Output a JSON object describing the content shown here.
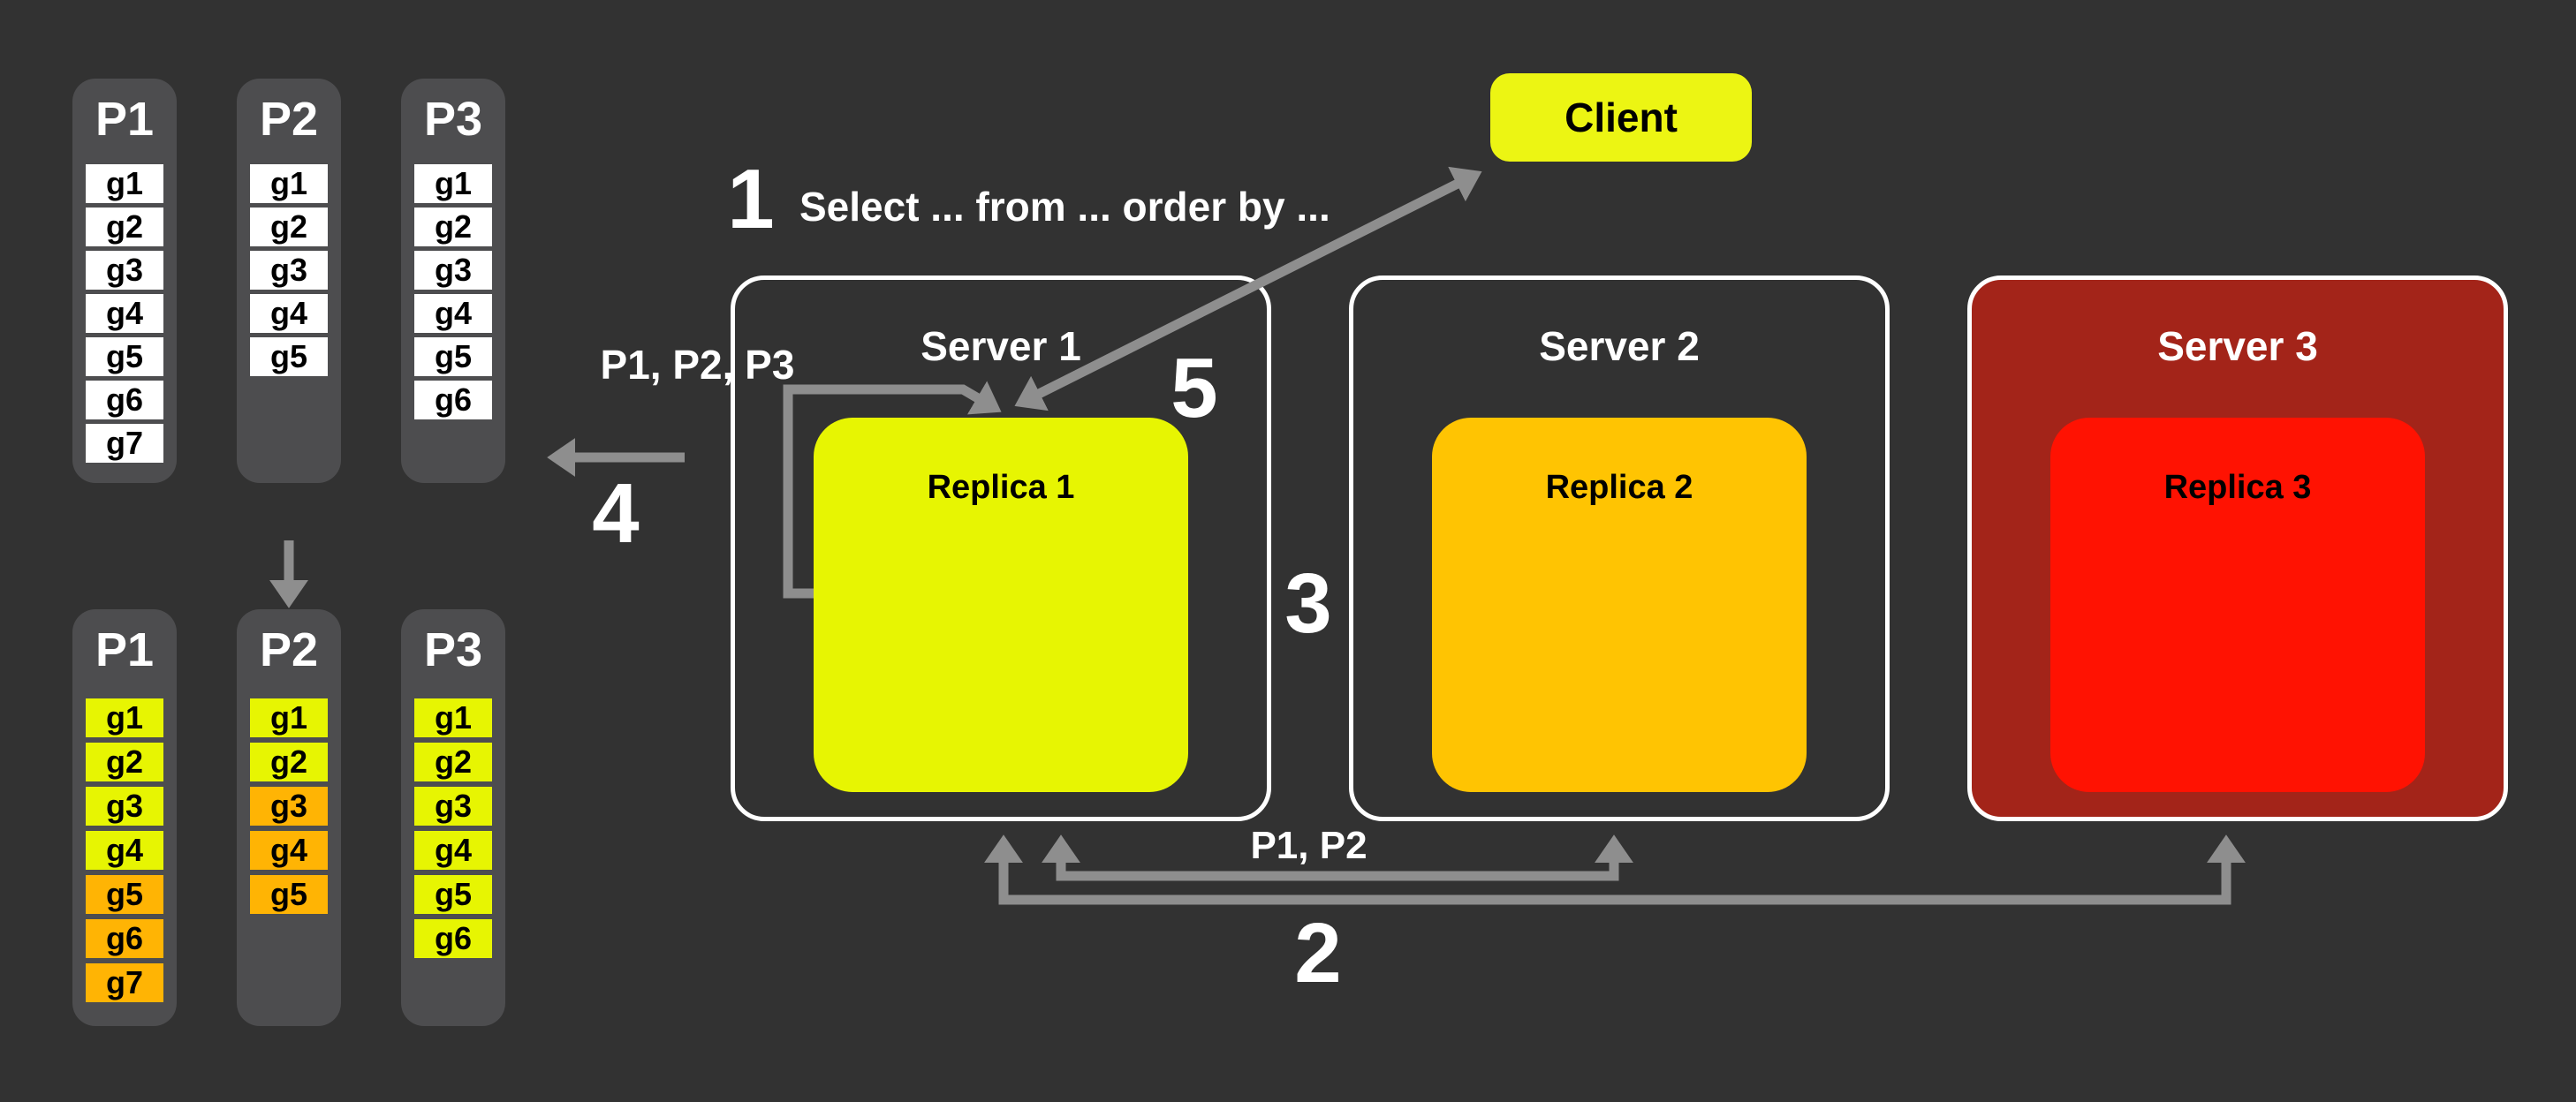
{
  "diagram": {
    "background_color": "#323232",
    "arrow_color": "#8E8E8E",
    "column_color": "#4D4D4F",
    "client_label": "Client",
    "query_text": "Select ... from ... order by ...",
    "arrow_label_query_partitions": "P1, P2, P3",
    "arrow_label_fetch_partitions": "P1, P2"
  },
  "colors": {
    "yellow": "#E7F502",
    "orange": "#FFB404",
    "amber": "#FFC402",
    "red": "#FF1202",
    "brick": "#A32419",
    "client_yellow": "#ECF513",
    "white": "#FFFFFF"
  },
  "steps": {
    "n1": "1",
    "n2": "2",
    "n3": "3",
    "n4": "4",
    "n5": "5"
  },
  "partitions_unsorted": {
    "columns": [
      {
        "title": "P1",
        "cells": [
          {
            "label": "g1",
            "color": "white"
          },
          {
            "label": "g2",
            "color": "white"
          },
          {
            "label": "g3",
            "color": "white"
          },
          {
            "label": "g4",
            "color": "white"
          },
          {
            "label": "g5",
            "color": "white"
          },
          {
            "label": "g6",
            "color": "white"
          },
          {
            "label": "g7",
            "color": "white"
          }
        ]
      },
      {
        "title": "P2",
        "cells": [
          {
            "label": "g1",
            "color": "white"
          },
          {
            "label": "g2",
            "color": "white"
          },
          {
            "label": "g3",
            "color": "white"
          },
          {
            "label": "g4",
            "color": "white"
          },
          {
            "label": "g5",
            "color": "white"
          }
        ]
      },
      {
        "title": "P3",
        "cells": [
          {
            "label": "g1",
            "color": "white"
          },
          {
            "label": "g2",
            "color": "white"
          },
          {
            "label": "g3",
            "color": "white"
          },
          {
            "label": "g4",
            "color": "white"
          },
          {
            "label": "g5",
            "color": "white"
          },
          {
            "label": "g6",
            "color": "white"
          }
        ]
      }
    ]
  },
  "partitions_sorted": {
    "columns": [
      {
        "title": "P1",
        "cells": [
          {
            "label": "g1",
            "color": "yellow"
          },
          {
            "label": "g2",
            "color": "yellow"
          },
          {
            "label": "g3",
            "color": "yellow"
          },
          {
            "label": "g4",
            "color": "yellow"
          },
          {
            "label": "g5",
            "color": "orange"
          },
          {
            "label": "g6",
            "color": "orange"
          },
          {
            "label": "g7",
            "color": "orange"
          }
        ]
      },
      {
        "title": "P2",
        "cells": [
          {
            "label": "g1",
            "color": "yellow"
          },
          {
            "label": "g2",
            "color": "yellow"
          },
          {
            "label": "g3",
            "color": "orange"
          },
          {
            "label": "g4",
            "color": "orange"
          },
          {
            "label": "g5",
            "color": "orange"
          }
        ]
      },
      {
        "title": "P3",
        "cells": [
          {
            "label": "g1",
            "color": "yellow"
          },
          {
            "label": "g2",
            "color": "yellow"
          },
          {
            "label": "g3",
            "color": "yellow"
          },
          {
            "label": "g4",
            "color": "yellow"
          },
          {
            "label": "g5",
            "color": "yellow"
          },
          {
            "label": "g6",
            "color": "yellow"
          }
        ]
      }
    ]
  },
  "servers": [
    {
      "title": "Server 1",
      "replica_label": "Replica 1",
      "replica_color": "yellow",
      "body_color": "none"
    },
    {
      "title": "Server 2",
      "replica_label": "Replica 2",
      "replica_color": "amber",
      "body_color": "none"
    },
    {
      "title": "Server 3",
      "replica_label": "Replica 3",
      "replica_color": "red",
      "body_color": "brick"
    }
  ]
}
